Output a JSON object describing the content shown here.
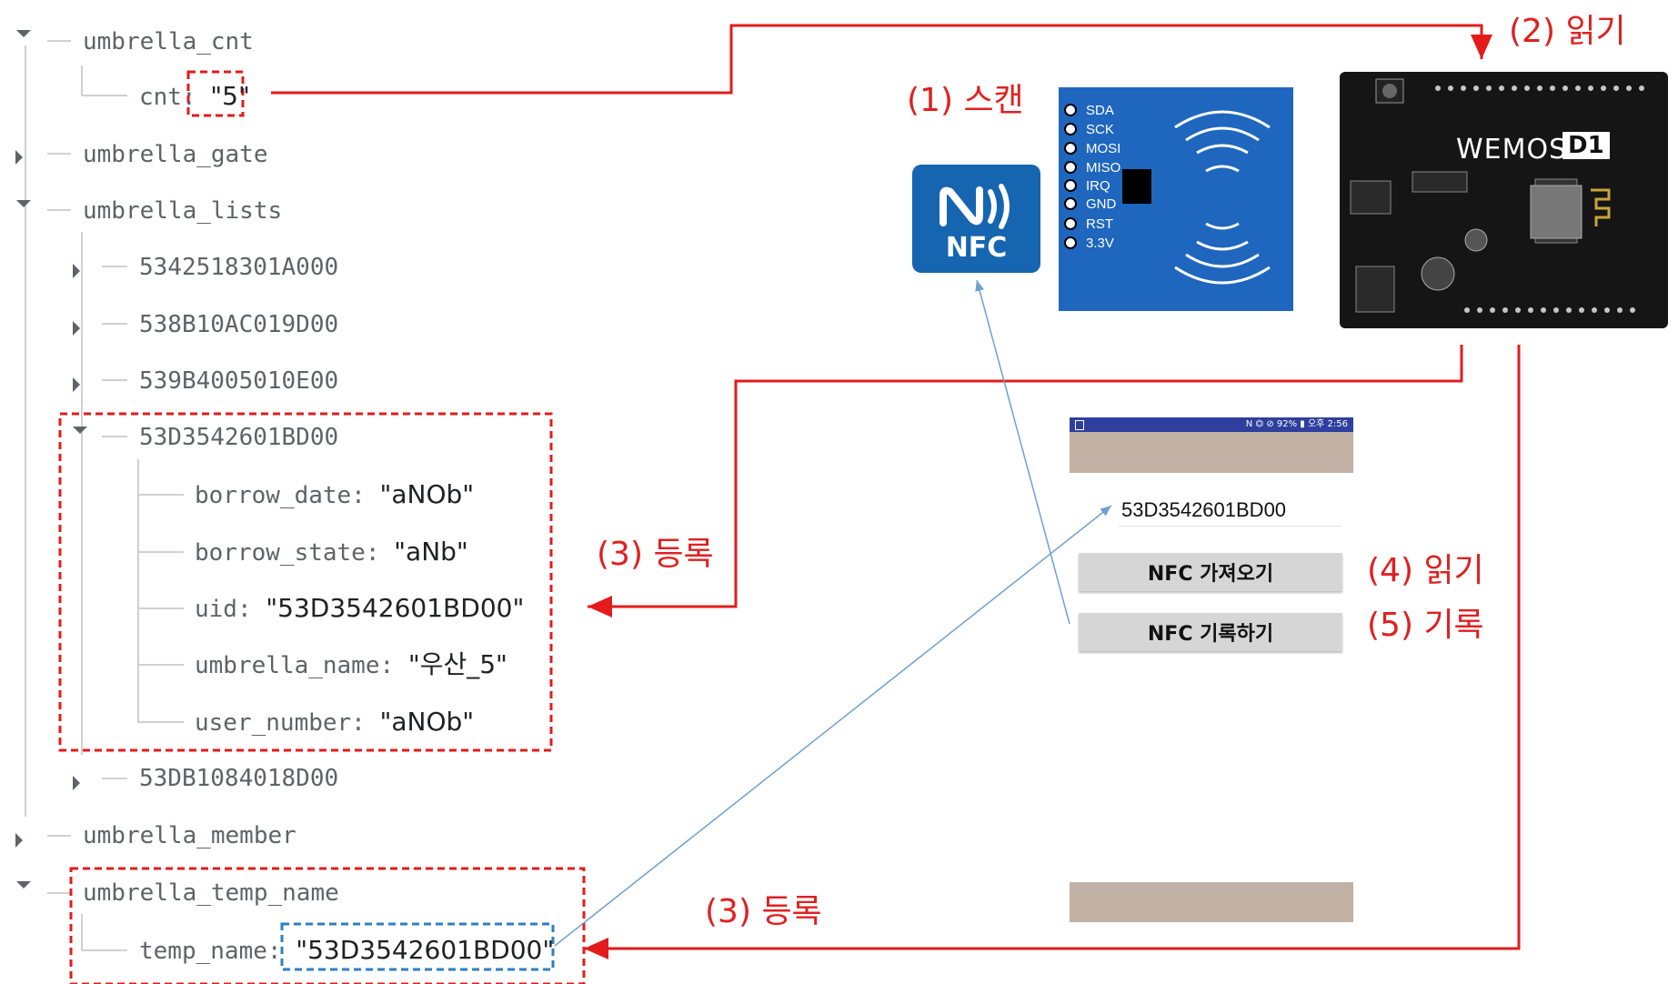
{
  "tree": {
    "umbrella_cnt": {
      "label": "umbrella_cnt",
      "cnt_key": "cnt: ",
      "cnt_value": "\"5\""
    },
    "umbrella_gate": {
      "label": "umbrella_gate"
    },
    "umbrella_lists": {
      "label": "umbrella_lists",
      "items": [
        "5342518301A000",
        "538B10AC019D00",
        "539B4005010E00",
        "53D3542601BD00",
        "53DB1084018D00"
      ],
      "expanded": {
        "borrow_date_key": "borrow_date: ",
        "borrow_date_value": "\"aNOb\"",
        "borrow_state_key": "borrow_state: ",
        "borrow_state_value": "\"aNb\"",
        "uid_key": "uid: ",
        "uid_value": "\"53D3542601BD00\"",
        "umbrella_name_key": "umbrella_name: ",
        "umbrella_name_value": "\"우산_5\"",
        "user_number_key": "user_number: ",
        "user_number_value": "\"aNOb\""
      }
    },
    "umbrella_member": {
      "label": "umbrella_member"
    },
    "umbrella_temp_name": {
      "label": "umbrella_temp_name",
      "temp_name_key": "temp_name: ",
      "temp_name_value": "\"53D3542601BD00\""
    }
  },
  "steps": {
    "scan": "(1) 스캔",
    "read_board": "(2) 읽기",
    "register_lists": "(3) 등록",
    "register_temp": "(3) 등록",
    "read_app": "(4) 읽기",
    "write_app": "(5) 기록"
  },
  "nfc_logo": {
    "text": "NFC",
    "icon_name": "nfc-wave-icon"
  },
  "rfid": {
    "pins": [
      "SDA",
      "SCK",
      "MOSI",
      "MISO",
      "IRQ",
      "GND",
      "RST",
      "3.3V"
    ]
  },
  "board": {
    "brand": "WEMOS",
    "model": "D1"
  },
  "phone": {
    "status_text": "N ⏣ ⊘ 92% ▮ 오후 2:56",
    "uid_text": "53D3542601BD00",
    "read_button": "NFC 가져오기",
    "write_button": "NFC 기록하기"
  },
  "colors": {
    "arrow_red": "#e41b1b",
    "arrow_blue": "#6fa0d0",
    "dashed_red": "#e41b1b",
    "dashed_blue": "#2f7fc2"
  }
}
